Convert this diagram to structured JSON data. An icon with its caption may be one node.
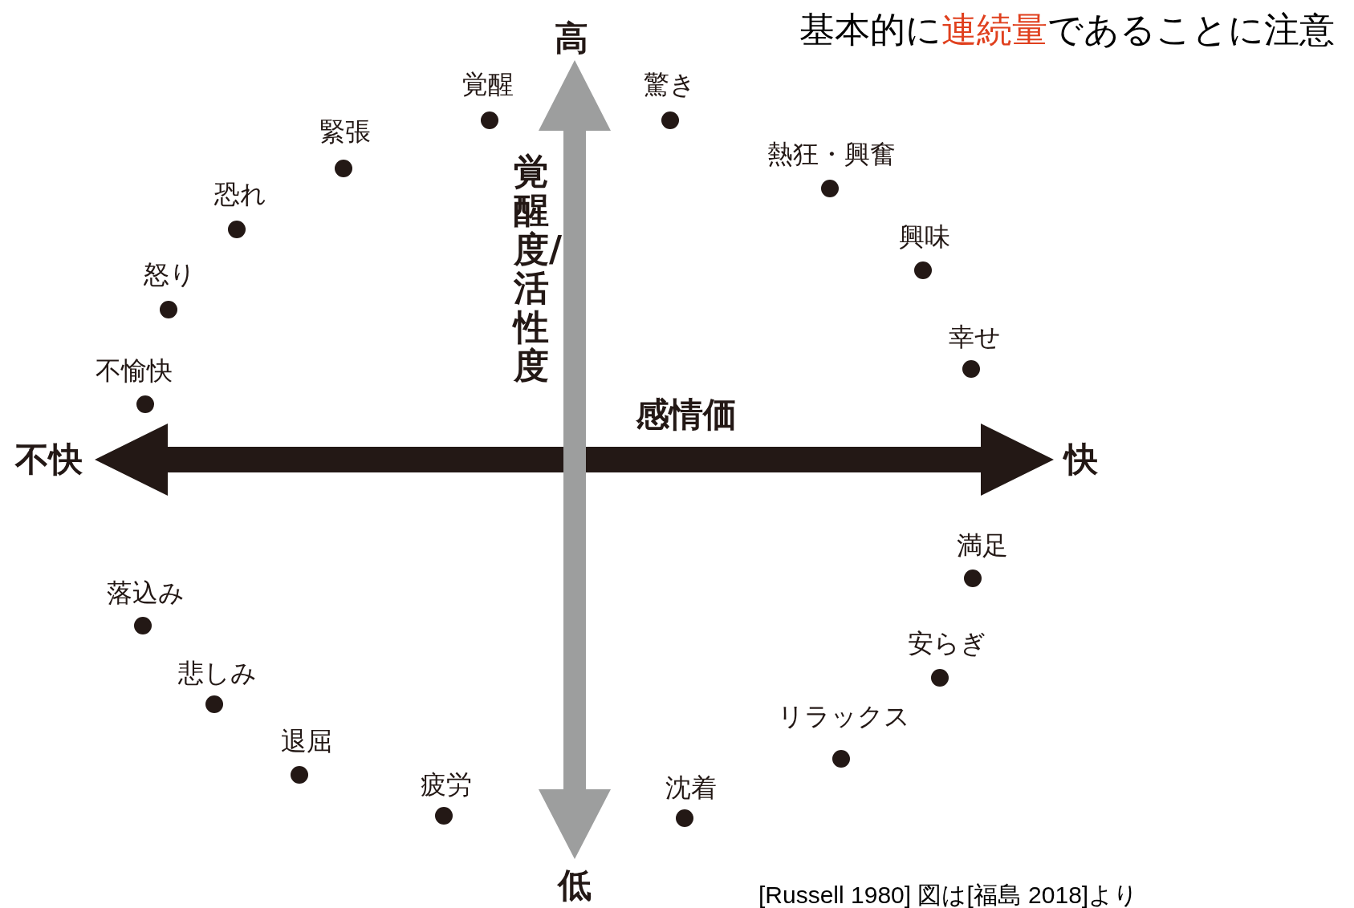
{
  "diagram": {
    "title": "基本的に**連続量**であることに注意",
    "caption": "[Russell 1980] 図は[福島 2018]より",
    "labels": [
      "高",
      "覚醒",
      "驚き",
      "緊張",
      "熱狂・興奮",
      "恐れ",
      "興味",
      "怒り",
      "幸せ",
      "不愉快",
      "覚醒度/活性度",
      "感情価",
      "不快",
      "快",
      "満足",
      "落込み",
      "安らぎ",
      "悲しみ",
      "リラックス",
      "退屈",
      "疲労",
      "沈着",
      "低"
    ]
  }
}
